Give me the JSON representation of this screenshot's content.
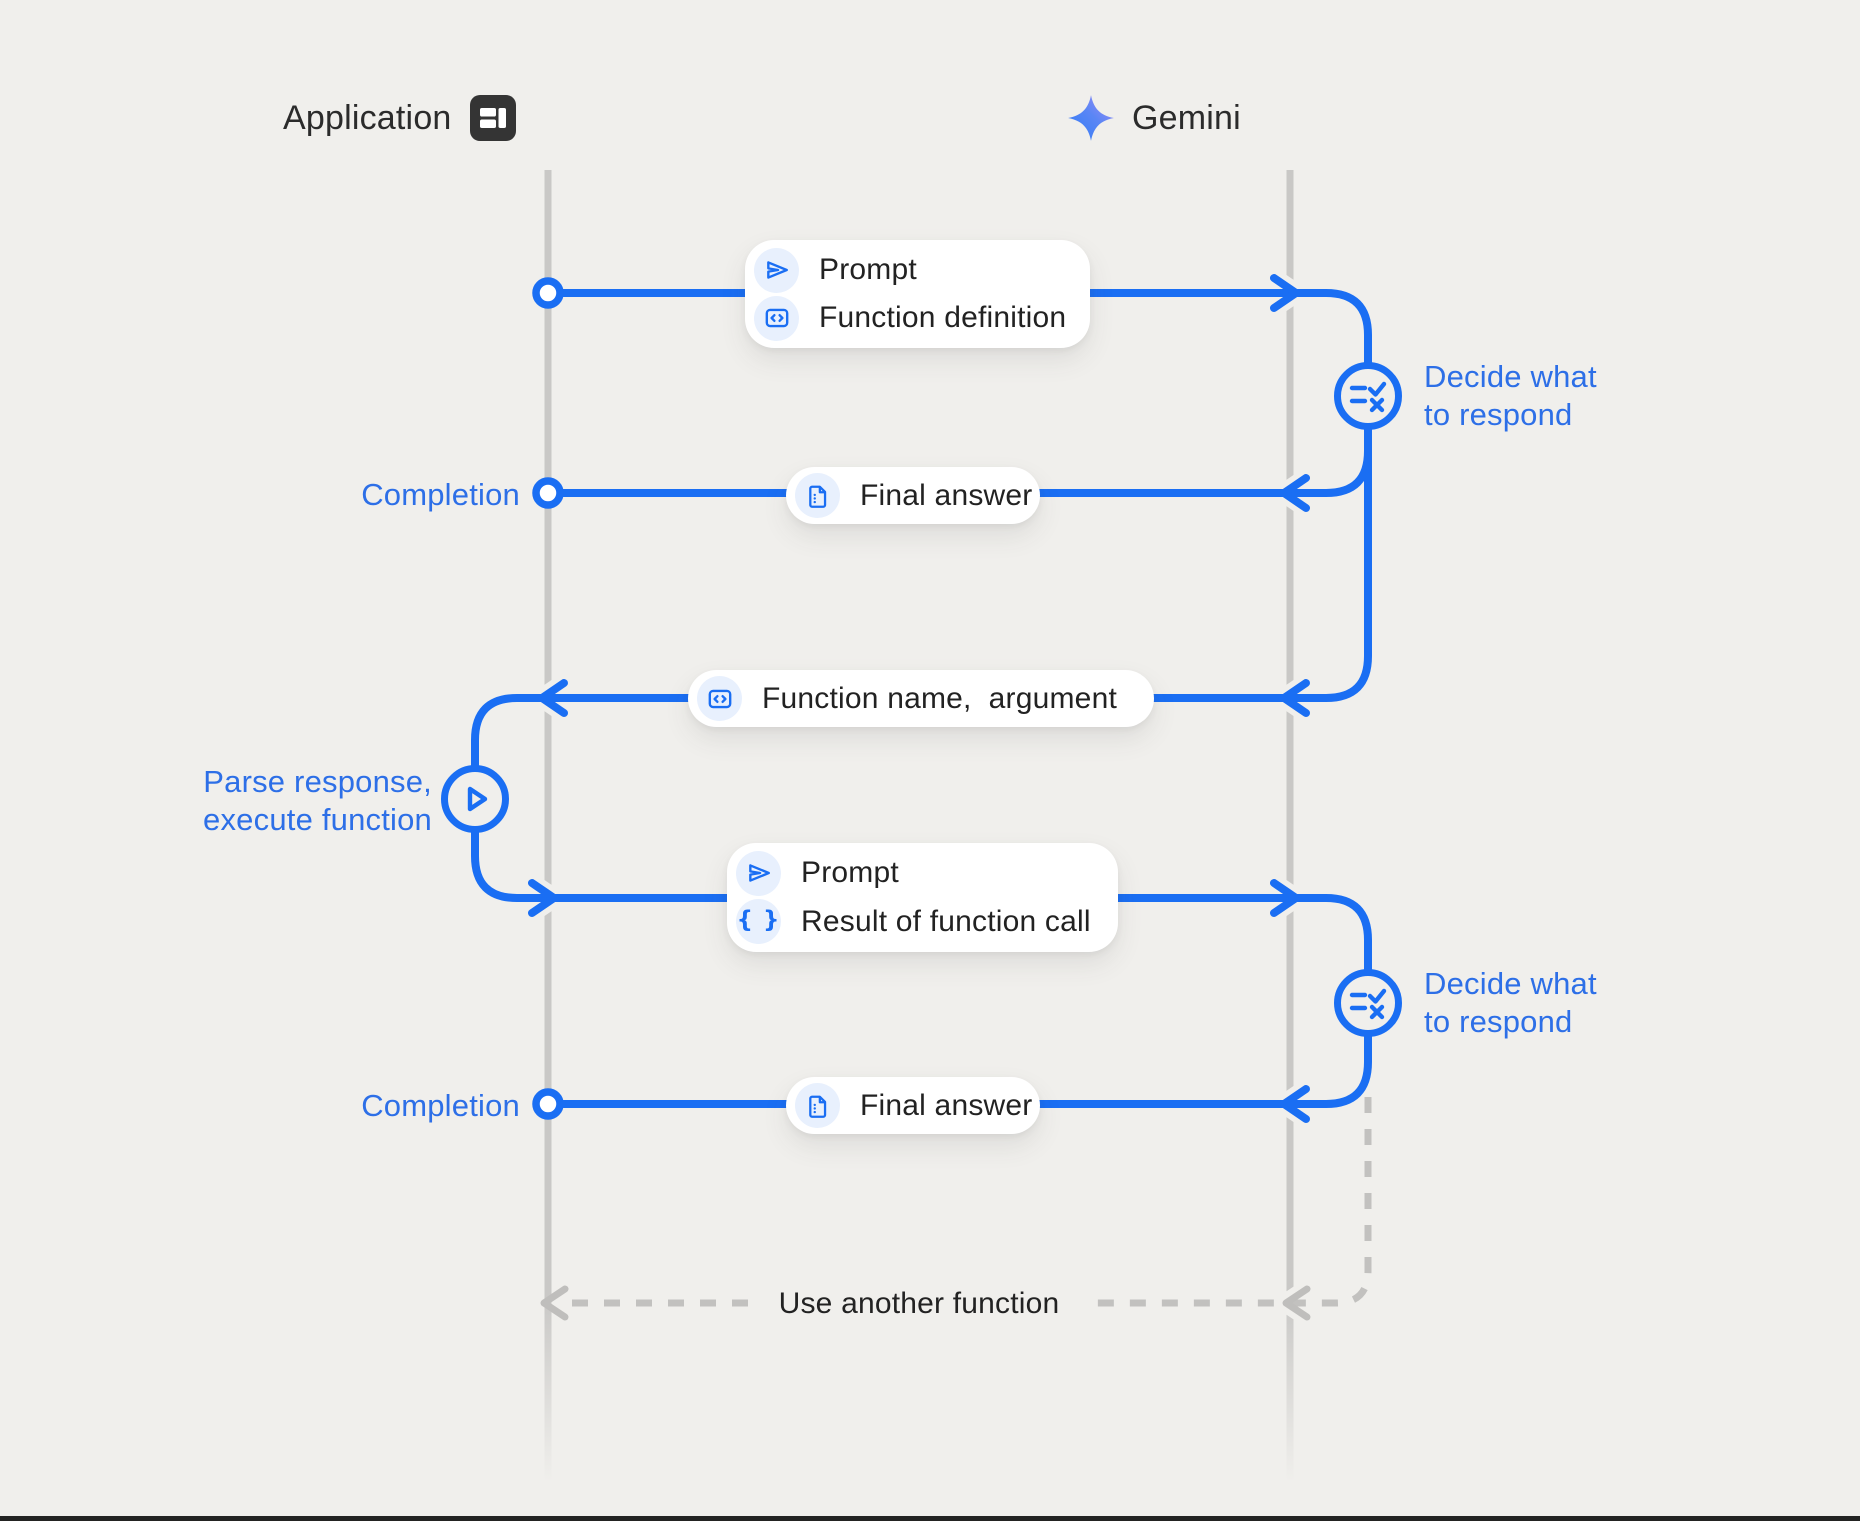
{
  "colors": {
    "background": "#f0efec",
    "flow_blue": "#1a6ef3",
    "blue_text": "#2d6fe7",
    "dark_text": "#222222",
    "lifeline_gray": "#c9c8c6",
    "dashed_gray": "#c2c1bf",
    "chip_background": "#e8f0fd",
    "box_background": "#ffffff"
  },
  "actors": {
    "application": {
      "label": "Application",
      "icon": "app-window-icon"
    },
    "gemini": {
      "label": "Gemini",
      "icon": "gemini-sparkle-icon"
    }
  },
  "messages": [
    {
      "id": "prompt-function-definition",
      "rows": [
        {
          "icon": "send-icon",
          "label": "Prompt"
        },
        {
          "icon": "code-icon",
          "label": "Function definition"
        }
      ]
    },
    {
      "id": "final-answer-1",
      "rows": [
        {
          "icon": "doc-icon",
          "label": "Final answer"
        }
      ]
    },
    {
      "id": "function-name-argument",
      "rows": [
        {
          "icon": "code-icon",
          "label": "Function name,  argument"
        }
      ]
    },
    {
      "id": "prompt-result-of-function-call",
      "rows": [
        {
          "icon": "send-icon",
          "label": "Prompt"
        },
        {
          "icon": "braces-icon",
          "label": "Result of function call"
        }
      ]
    },
    {
      "id": "final-answer-2",
      "rows": [
        {
          "icon": "doc-icon",
          "label": "Final answer"
        }
      ]
    }
  ],
  "icons": {
    "braces_glyph": "{ }"
  },
  "annotations": {
    "decide_1": {
      "icon": "checklist-icon",
      "line1": "Decide what",
      "line2": "to respond"
    },
    "decide_2": {
      "icon": "checklist-icon",
      "line1": "Decide what",
      "line2": "to respond"
    },
    "completion_1": "Completion",
    "completion_2": "Completion",
    "parse": {
      "icon": "play-icon",
      "line1": "Parse response,",
      "line2": "execute function"
    },
    "use_another_function": "Use another function"
  }
}
